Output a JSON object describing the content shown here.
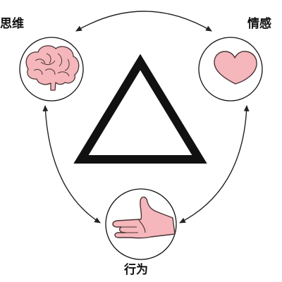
{
  "nodes": {
    "thought": {
      "label": "思维",
      "icon": "brain-icon"
    },
    "feeling": {
      "label": "情感",
      "icon": "heart-icon"
    },
    "action": {
      "label": "行为",
      "icon": "hand-icon"
    }
  },
  "center": {
    "icon": "triangle-icon"
  },
  "colors": {
    "outline": "#111111",
    "arrow": "#222222",
    "icon_fill": "#f5b7bb",
    "icon_stroke": "#4a3336",
    "background": "#ffffff"
  }
}
